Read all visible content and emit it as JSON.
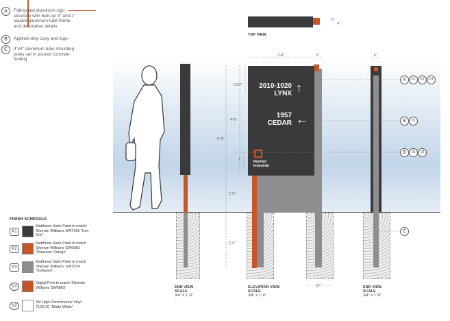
{
  "notes": [
    {
      "letter": "A",
      "text": "Fabricated aluminum sign structure with built-up 4\" and 2\" square aluminum tube frame and decorative details"
    },
    {
      "letter": "B",
      "text": "Applied vinyl copy and logo"
    },
    {
      "letter": "C",
      "text": "4\"x4\" aluminum tube mounting poles set in poured concrete footing"
    }
  ],
  "finish_schedule": {
    "title": "FINISH SCHEDULE",
    "items": [
      {
        "code": "P1",
        "color": "#3a3a3c",
        "text": "Matthews Satin Paint to match Sherwin Williams SW7069 \"Iron Ore\""
      },
      {
        "code": "P2",
        "color": "#c4562a",
        "text": "Matthews Satin Paint to match Sherwin Williams SW6883 \"Raucous Orange\""
      },
      {
        "code": "P3",
        "color": "#8e8e90",
        "text": "Matthews Satin Paint to match Sherwin Williams SW7074 \"Software\""
      },
      {
        "code": "V1",
        "color": "#c4562a",
        "text": "Digital Print to match Sherwin Williams SW6883"
      },
      {
        "code": "V2",
        "color": "#ffffff",
        "text": "3M High-Performance Vinyl 7125-20 \"Matte White\""
      }
    ]
  },
  "sign": {
    "line1": "2010-1020",
    "line2": "LYNX",
    "line3": "1957",
    "line4": "CEDAR",
    "logo_line1": "Rexford",
    "logo_line2": "Industrial",
    "arrow_up": "↑",
    "arrow_left": "←"
  },
  "views": {
    "top": "TOP VIEW",
    "end_left": "END VIEW",
    "elevation": "ELEVATION VIEW",
    "end_right": "END VIEW",
    "scale_word": "SCALE",
    "scale_value": "3/4\" = 1'-0\""
  },
  "dimensions": {
    "width_total": "2'-8\"",
    "width_side": "6\"",
    "end_width": "6\"",
    "top_depth": "6\"",
    "top_depth2": "4\"",
    "header": "2'1/2\"",
    "mid": "4'-6\"",
    "overall": "6'-0\"",
    "logo": "1'",
    "pole_above": "1'-6\"",
    "footing": "2'-6\"",
    "footing_width": "12\""
  },
  "callouts": {
    "row1": [
      "A",
      "P1",
      "P2",
      "P3"
    ],
    "row2": [
      "B",
      "V1"
    ],
    "row3": [
      "B",
      "V1",
      "V2"
    ],
    "row4": [
      "C"
    ]
  }
}
